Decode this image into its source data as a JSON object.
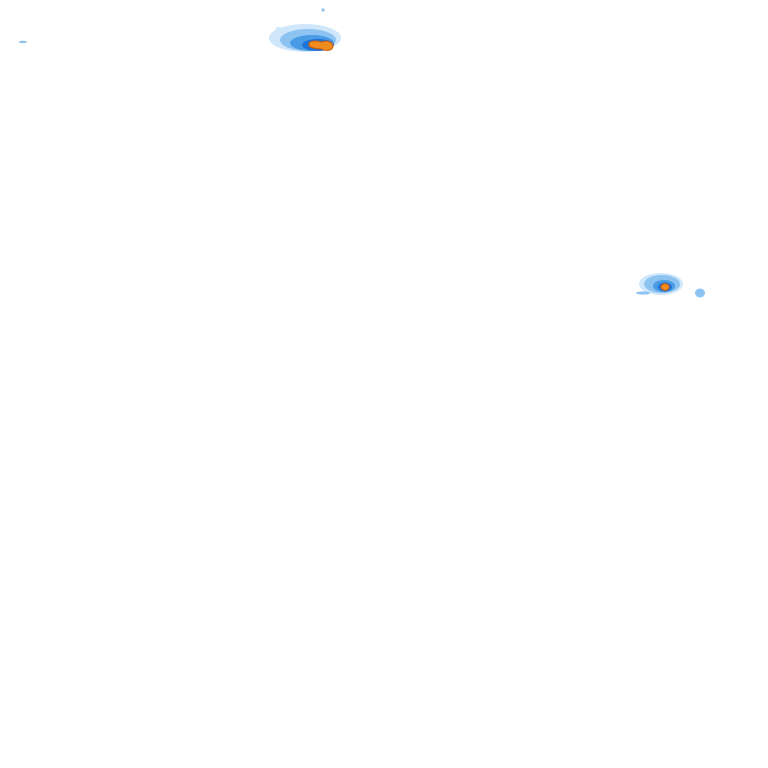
{
  "map": {
    "type": "precipitation-radar-overlay",
    "background_color": "#ffffff",
    "legend_colors": {
      "very_light": "#cfe6fb",
      "light": "#8cc3f0",
      "moderate": "#4a9be6",
      "heavy": "#1f73d6",
      "intense": "#f08c1e",
      "intense_outline": "#c85a0a"
    },
    "cells": [
      {
        "id": "cell-north",
        "intensity_levels": [
          "very_light",
          "light",
          "moderate",
          "heavy",
          "intense"
        ]
      },
      {
        "id": "cell-east",
        "intensity_levels": [
          "very_light",
          "light",
          "moderate",
          "heavy",
          "intense"
        ]
      }
    ]
  }
}
